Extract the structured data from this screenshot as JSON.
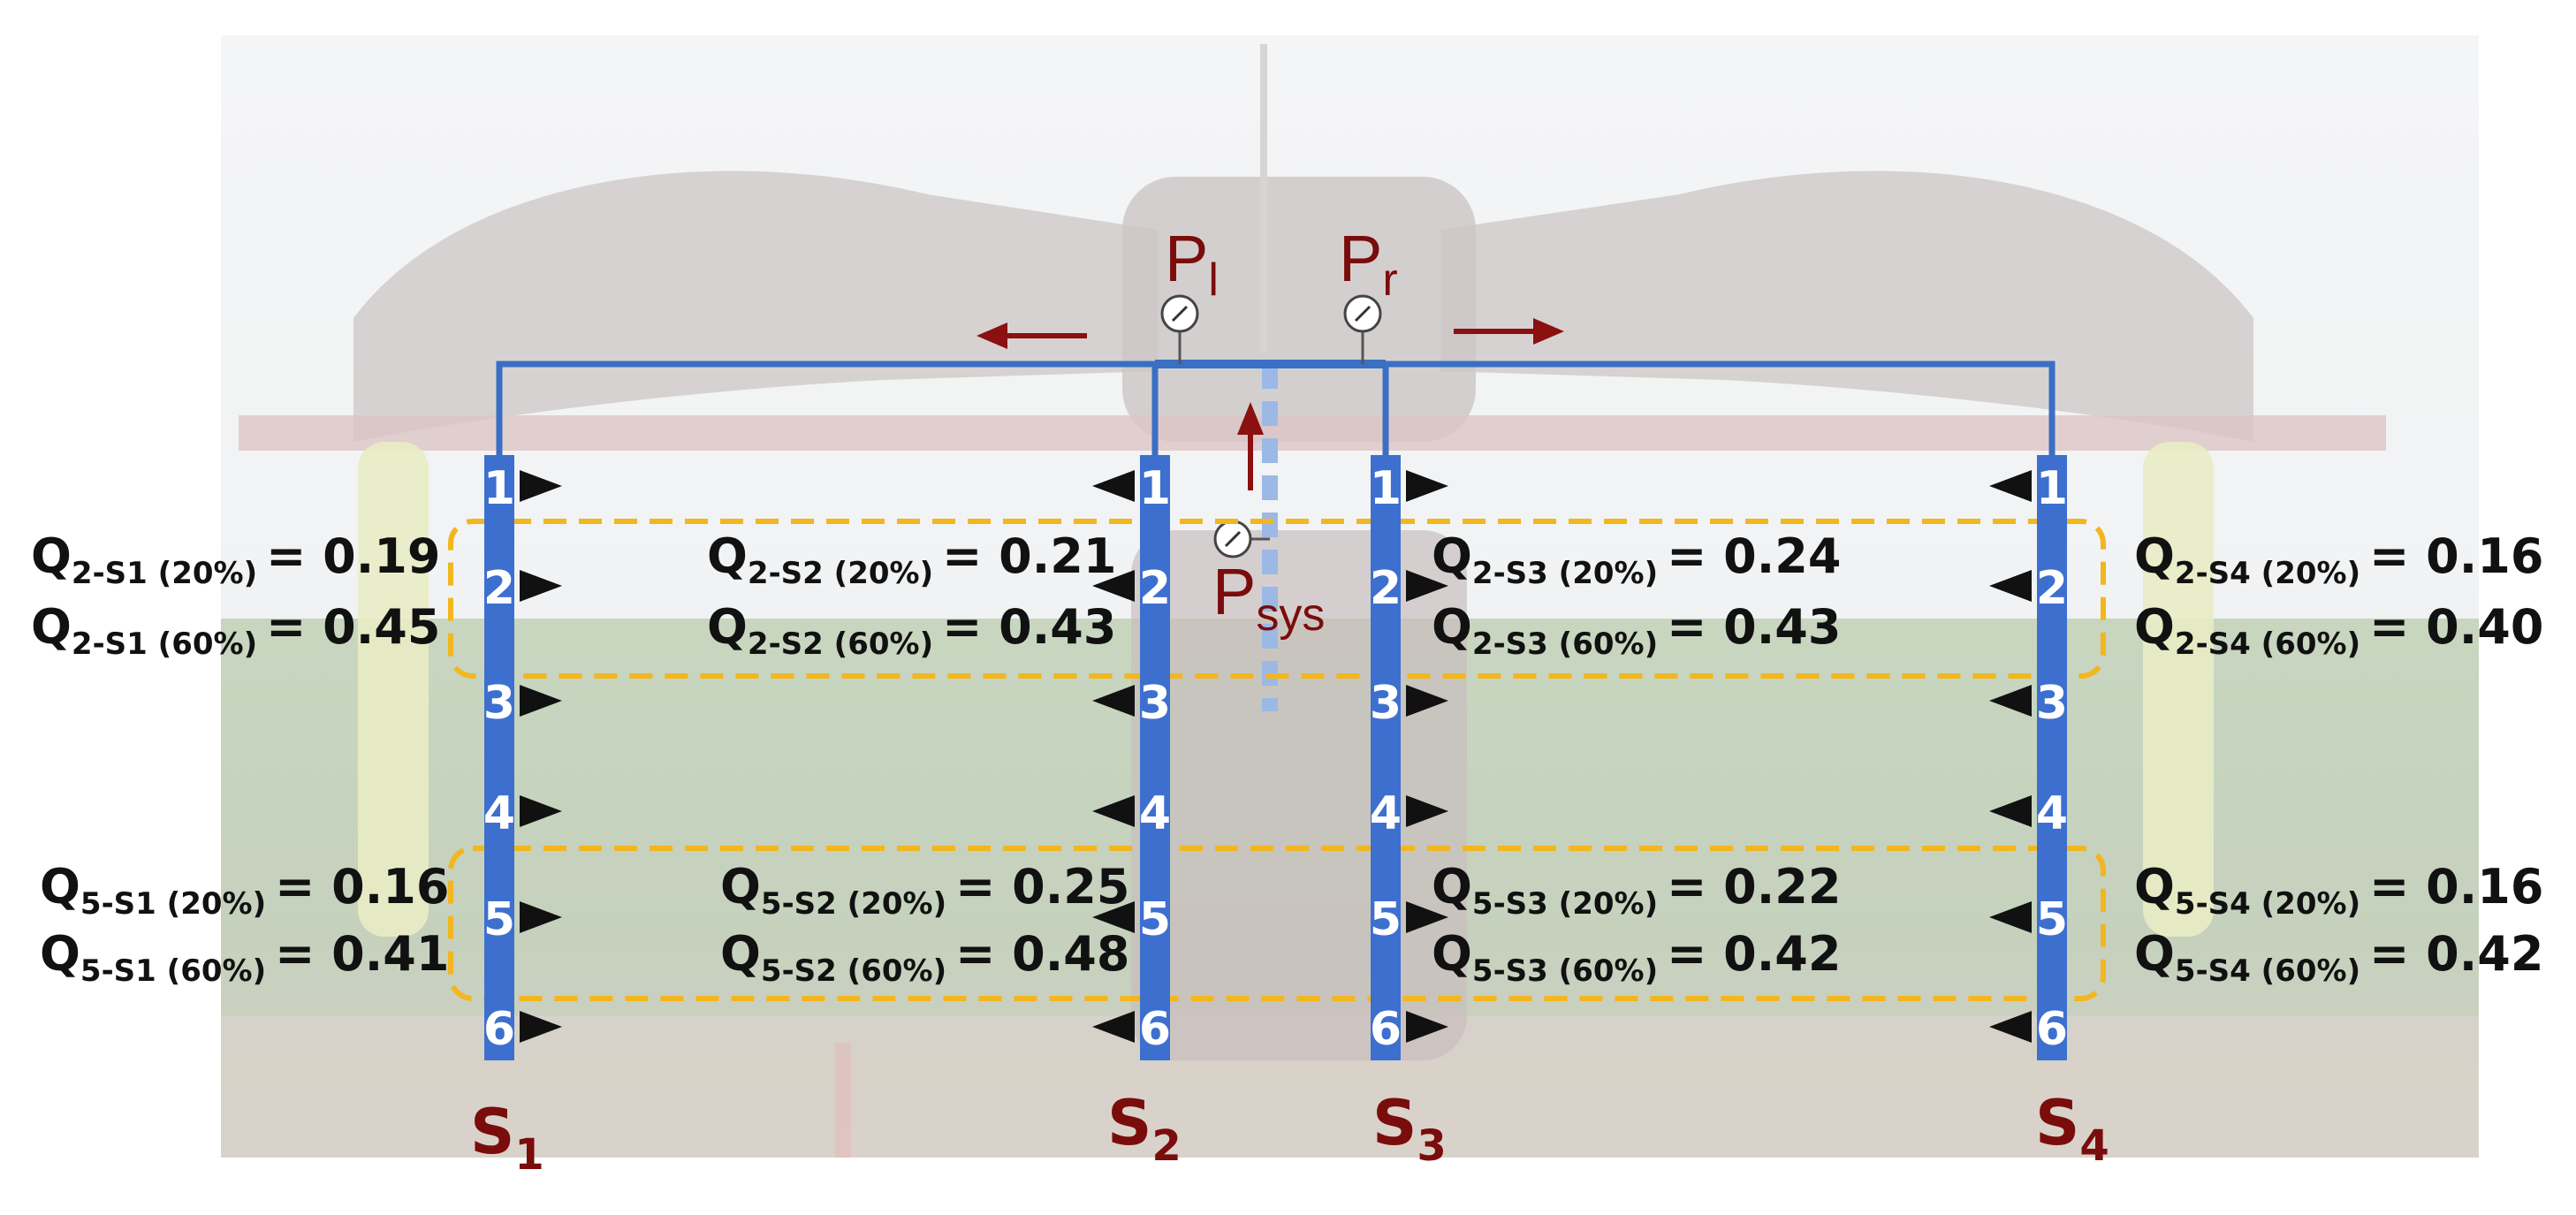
{
  "colors": {
    "pipe": "#3a6fc4",
    "column": "#3d6fcf",
    "highlight_box": "#f2b61e",
    "label": "#7a0c0c",
    "arrow": "#8b1010",
    "nozzle": "#111111",
    "sys_pipe": "#9cb9e6"
  },
  "gauges": {
    "left": {
      "main": "P",
      "sub": "l",
      "icon": "gauge-icon"
    },
    "right": {
      "main": "P",
      "sub": "r",
      "icon": "gauge-icon"
    },
    "system": {
      "main": "P",
      "sub": "sys",
      "icon": "gauge-icon"
    }
  },
  "nozzle_numbers": [
    "1",
    "2",
    "3",
    "4",
    "5",
    "6"
  ],
  "sections": [
    {
      "main": "S",
      "sub": "1"
    },
    {
      "main": "S",
      "sub": "2"
    },
    {
      "main": "S",
      "sub": "3"
    },
    {
      "main": "S",
      "sub": "4"
    }
  ],
  "flows": [
    {
      "section": "S1",
      "nozzle": "2",
      "sym": "Q",
      "sub20": "2-S1 (20%)",
      "v20": "= 0.19",
      "sub60": "2-S1 (60%)",
      "v60": "= 0.45"
    },
    {
      "section": "S2",
      "nozzle": "2",
      "sym": "Q",
      "sub20": "2-S2 (20%)",
      "v20": "= 0.21",
      "sub60": "2-S2 (60%)",
      "v60": "= 0.43"
    },
    {
      "section": "S3",
      "nozzle": "2",
      "sym": "Q",
      "sub20": "2-S3 (20%)",
      "v20": "= 0.24",
      "sub60": "2-S3 (60%)",
      "v60": "= 0.43"
    },
    {
      "section": "S4",
      "nozzle": "2",
      "sym": "Q",
      "sub20": "2-S4 (20%)",
      "v20": "= 0.16",
      "sub60": "2-S4 (60%)",
      "v60": "= 0.40"
    },
    {
      "section": "S1",
      "nozzle": "5",
      "sym": "Q",
      "sub20": "5-S1 (20%)",
      "v20": "= 0.16",
      "sub60": "5-S1 (60%)",
      "v60": "= 0.41"
    },
    {
      "section": "S2",
      "nozzle": "5",
      "sym": "Q",
      "sub20": "5-S2 (20%)",
      "v20": "= 0.25",
      "sub60": "5-S2 (60%)",
      "v60": "= 0.48"
    },
    {
      "section": "S3",
      "nozzle": "5",
      "sym": "Q",
      "sub20": "5-S3 (20%)",
      "v20": "= 0.22",
      "sub60": "5-S3 (60%)",
      "v60": "= 0.42"
    },
    {
      "section": "S4",
      "nozzle": "5",
      "sym": "Q",
      "sub20": "5-S4 (20%)",
      "v20": "= 0.16",
      "sub60": "5-S4 (60%)",
      "v60": "= 0.42"
    }
  ]
}
